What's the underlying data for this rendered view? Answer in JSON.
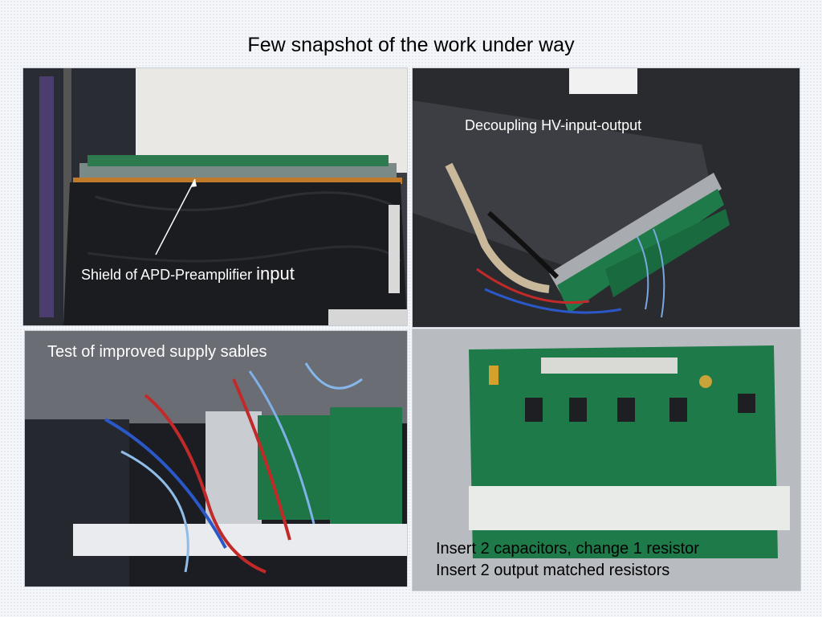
{
  "slide": {
    "title": "Few snapshot of the work under way"
  },
  "photos": [
    {
      "caption_main": "Shield of APD-Preamplifier ",
      "caption_suffix": "input"
    },
    {
      "caption": "Decoupling HV-input-output"
    },
    {
      "caption": "Test of improved supply sables"
    },
    {
      "caption_line1": "Insert 2 capacitors, change 1 resistor",
      "caption_line2": "Insert 2 output matched resistors"
    }
  ],
  "colors": {
    "text_light": "#ffffff",
    "text_dark": "#000000",
    "pcb_green": "#1f7a4a",
    "fabric_black": "#1b1c20"
  }
}
